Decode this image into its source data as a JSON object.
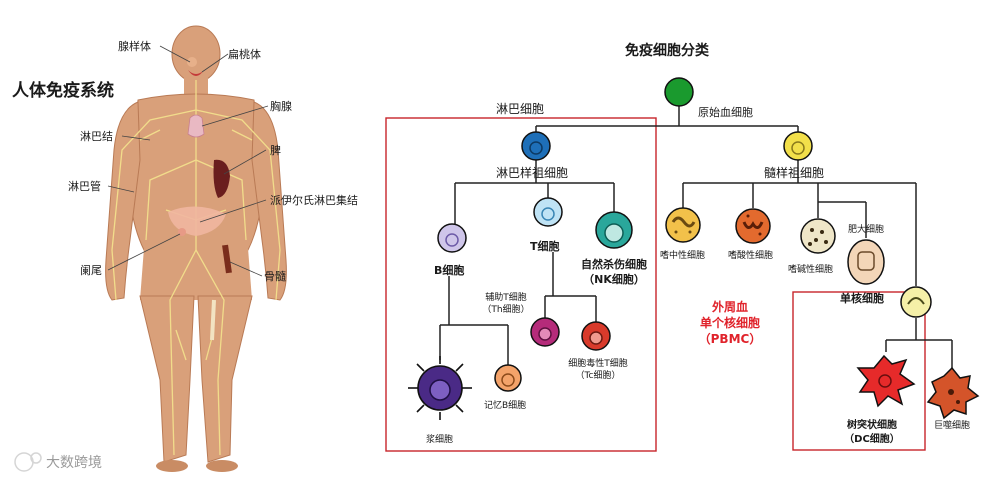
{
  "left": {
    "title": "人体免疫系统",
    "organs": {
      "adenoid": "腺样体",
      "tonsil": "扁桃体",
      "thymus": "胸腺",
      "lymph_node": "淋巴结",
      "spleen": "脾",
      "lymph_vessel": "淋巴管",
      "peyer": "派伊尔氏淋巴集结",
      "appendix": "阑尾",
      "bone_marrow": "骨髓"
    }
  },
  "right": {
    "title": "免疫细胞分类",
    "lymphocyte_box": "淋巴细胞",
    "stem": "原始血细胞",
    "lymphoid": "淋巴样祖细胞",
    "myeloid": "髓样祖细胞",
    "b_cell": "B细胞",
    "t_cell": "T细胞",
    "nk_line1": "自然杀伤细胞",
    "nk_line2": "（NK细胞）",
    "th_line1": "辅助T细胞",
    "th_line2": "（Th细胞）",
    "tc_line1": "细胞毒性T细胞",
    "tc_line2": "（Tc细胞）",
    "plasma": "浆细胞",
    "memory_b": "记忆B细胞",
    "neutrophil": "嗜中性细胞",
    "eosinophil": "嗜酸性细胞",
    "basophil": "嗜碱性细胞",
    "mast": "肥大细胞",
    "monocyte": "单核细胞",
    "dc_line1": "树突状细胞",
    "dc_line2": "（DC细胞）",
    "macrophage": "巨噬细胞",
    "pbmc_line1": "外周血",
    "pbmc_line2": "单个核细胞",
    "pbmc_line3": "（PBMC）"
  },
  "watermark": "大数跨境",
  "colors": {
    "skin": "#d9a07a",
    "skin_dark": "#b97a55",
    "vessel": "#f3e08c",
    "box_red": "#c8252b",
    "stem_green": "#1a9a2e",
    "lymphoid_blue": "#1e6fb8",
    "myeloid_yellow": "#f2df4a",
    "b_cell": "#cfc6ea",
    "t_cell": "#bfe3f5",
    "nk_teal": "#2aa79b",
    "th_magenta": "#b52b7a",
    "tc_red": "#d93a2b",
    "plasma_purple": "#4a2a86",
    "memory_orange": "#f4a36a",
    "neutrophil": "#f2c14a",
    "eosinophil": "#e36a2e",
    "basophil": "#efe6c8",
    "mast": "#f3d6b8",
    "monocyte": "#f5f0a8",
    "dc_red": "#e62a2a",
    "macrophage": "#d4542a"
  }
}
